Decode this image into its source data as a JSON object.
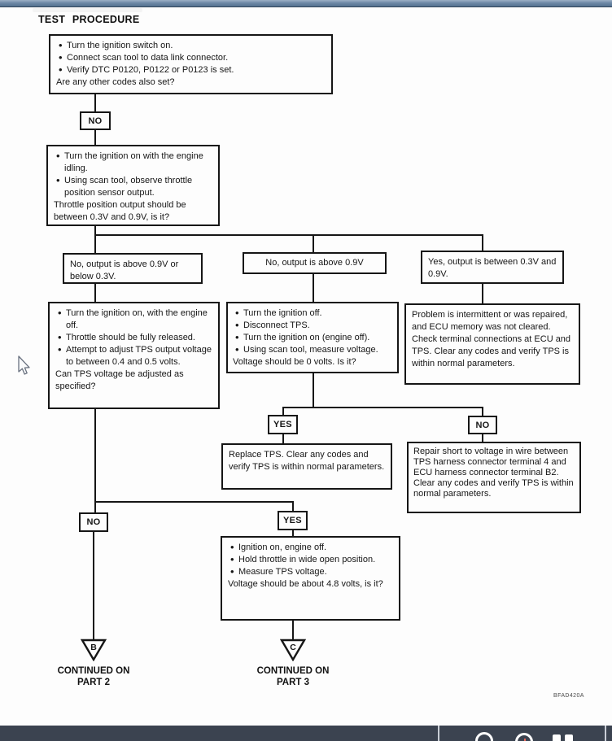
{
  "page": {
    "title": "TEST PROCEDURE",
    "doc_code": "BFAD420A",
    "background": "#fdfdfd",
    "accent_bar_color": "#6d89a6"
  },
  "toolbar": {
    "background": "#3b4350",
    "icons": [
      {
        "name": "search"
      },
      {
        "name": "history-clock"
      },
      {
        "name": "vehicle-lift"
      }
    ]
  },
  "flowchart": {
    "start": {
      "bullets": [
        "Turn the ignition switch on.",
        "Connect scan tool to data link connector.",
        "Verify DTC P0120, P0122 or P0123 is set."
      ],
      "question": "Are any other codes also set?"
    },
    "tags": {
      "no1": "NO",
      "yes_mid": "YES",
      "no_mid": "NO",
      "no_left": "NO",
      "yes_left": "YES"
    },
    "idle": {
      "bullets": [
        "Turn the ignition on with the engine idling.",
        "Using scan tool, observe throttle position sensor output."
      ],
      "question": "Throttle position output should be between 0.3V and 0.9V, is it?"
    },
    "branch_left": "No, output is above 0.9V or below 0.3V.",
    "branch_mid": "No, output is above 0.9V",
    "branch_right": "Yes, output is between 0.3V and 0.9V.",
    "adjust": {
      "bullets": [
        "Turn the ignition on, with the engine off.",
        "Throttle should be fully released.",
        "Attempt to adjust TPS output voltage to between 0.4 and 0.5 volts."
      ],
      "question": "Can TPS voltage be adjusted as specified?"
    },
    "disconnect": {
      "bullets": [
        "Turn the ignition off.",
        "Disconnect TPS.",
        "Turn the ignition on (engine off).",
        "Using scan tool, measure voltage."
      ],
      "question": "Voltage should be 0 volts. Is it?"
    },
    "intermittent": "Problem is intermittent or was repaired, and ECU memory was not cleared. Check terminal connections at ECU and TPS. Clear any codes and verify TPS is within normal parameters.",
    "replace": "Replace TPS. Clear any codes and verify TPS is within normal parameters.",
    "repair": {
      "line1": "Repair short to voltage in wire between TPS harness connector terminal 4 and ECU harness connector terminal B2.",
      "line2": "Clear any codes and verify TPS is within normal parameters."
    },
    "wot": {
      "bullets": [
        "Ignition on, engine off.",
        "Hold throttle in wide open position.",
        "Measure TPS voltage."
      ],
      "question": "Voltage should be about 4.8 volts, is it?"
    },
    "continue_b": {
      "letter": "B",
      "line1": "CONTINUED ON",
      "line2": "PART 2"
    },
    "continue_c": {
      "letter": "C",
      "line1": "CONTINUED ON",
      "line2": "PART 3"
    }
  }
}
